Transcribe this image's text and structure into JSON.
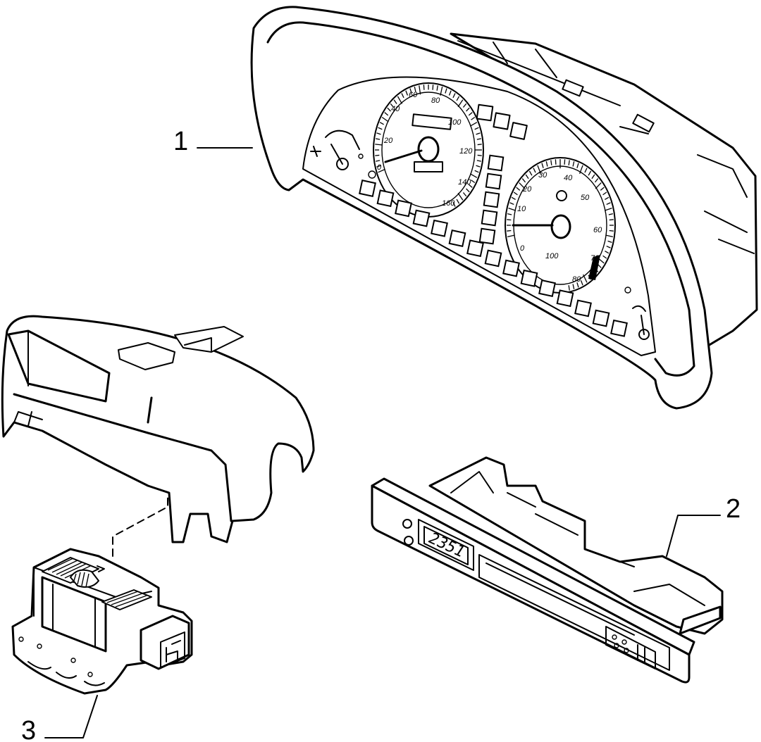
{
  "callouts": [
    {
      "id": "1",
      "label": "1"
    },
    {
      "id": "2",
      "label": "2"
    },
    {
      "id": "3",
      "label": "3"
    }
  ],
  "speedometer": {
    "scale": [
      "0",
      "20",
      "40",
      "60",
      "80",
      "100",
      "120",
      "140",
      "160"
    ]
  },
  "tachometer": {
    "scale": [
      "0",
      "10",
      "20",
      "30",
      "40",
      "50",
      "60",
      "70",
      "80",
      "100"
    ]
  },
  "clock_display": {
    "text": "2351"
  }
}
